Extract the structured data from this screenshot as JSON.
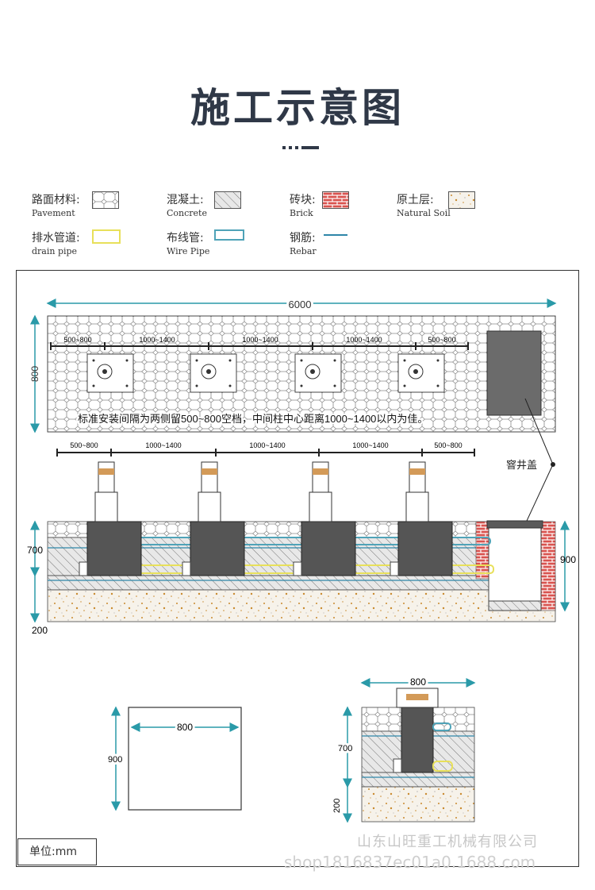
{
  "title": "施工示意图",
  "legend": [
    {
      "cn": "路面材料:",
      "en": "Pavement",
      "swatch": "pavement-icon"
    },
    {
      "cn": "混凝土:",
      "en": "Concrete",
      "swatch": "concrete-icon"
    },
    {
      "cn": "砖块:",
      "en": "Brick",
      "swatch": "brick-icon"
    },
    {
      "cn": "原土层:",
      "en": "Natural Soil",
      "swatch": "soil-icon"
    },
    {
      "cn": "排水管道:",
      "en": "drain pipe",
      "swatch": "drain-pipe-icon"
    },
    {
      "cn": "布线管:",
      "en": "Wire Pipe",
      "swatch": "wire-pipe-icon"
    },
    {
      "cn": "钢筋:",
      "en": "Rebar",
      "swatch": "rebar-icon"
    }
  ],
  "colors": {
    "title": "#2f3847",
    "dimension": "#2a9aa8",
    "drain_pipe": "#e8e05a",
    "wire_pipe": "#4fa3b8",
    "rebar": "#2e86a8",
    "brick": "#d9534f",
    "soil_dot": "#c98a2e",
    "post_band": "#d39a58",
    "concrete": "#555555"
  },
  "plan": {
    "total_width": "6000",
    "depth": "800",
    "segments": [
      "500~800",
      "1000~1400",
      "1000~1400",
      "1000~1400",
      "500~800"
    ],
    "note": "标准安装间隔为两侧留500~800空档，中间柱中心距离1000~1400以内为佳。"
  },
  "section": {
    "segments": [
      "500~800",
      "1000~1400",
      "1000~1400",
      "1000~1400",
      "500~800"
    ],
    "manhole_label": "窨井盖",
    "depth_label": "700",
    "base_label": "200",
    "well_depth_label": "900"
  },
  "pit": {
    "width": "800",
    "depth": "900"
  },
  "detail": {
    "width": "800",
    "depth": "700",
    "base": "200"
  },
  "unit": "单位:mm",
  "watermark": {
    "line1": "山东山旺重工机械有限公司",
    "line2": "shop1816837ec01a0.1688.com"
  }
}
